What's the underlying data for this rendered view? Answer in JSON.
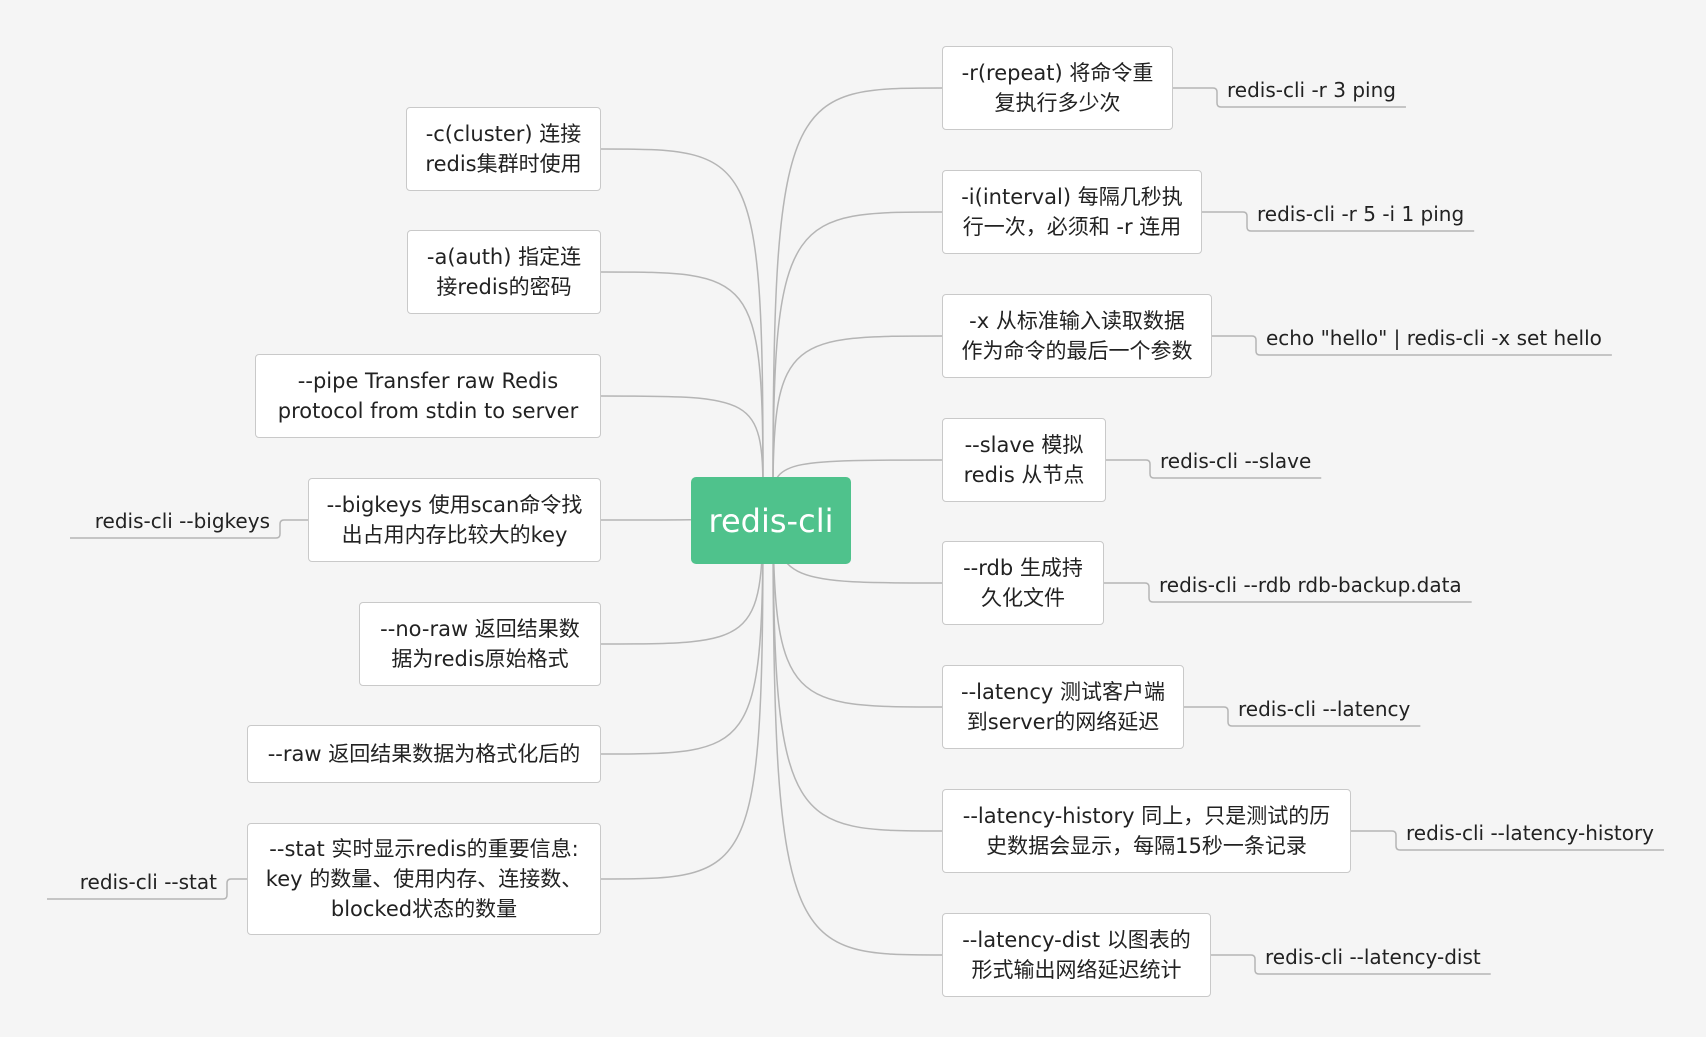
{
  "root": {
    "label": "redis-cli"
  },
  "left_branches": [
    {
      "label": "-c(cluster) 连接\nredis集群时使用",
      "example": ""
    },
    {
      "label": "-a(auth) 指定连\n接redis的密码",
      "example": ""
    },
    {
      "label": "--pipe Transfer raw Redis\nprotocol from stdin to server",
      "example": ""
    },
    {
      "label": "--bigkeys 使用scan命令找\n出占用内存比较大的key",
      "example": "redis-cli --bigkeys"
    },
    {
      "label": "--no-raw 返回结果数\n据为redis原始格式",
      "example": ""
    },
    {
      "label": "--raw 返回结果数据为格式化后的",
      "example": ""
    },
    {
      "label": "--stat 实时显示redis的重要信息:\nkey 的数量、使用内存、连接数、\nblocked状态的数量",
      "example": "redis-cli --stat"
    }
  ],
  "right_branches": [
    {
      "label": "-r(repeat) 将命令重\n复执行多少次",
      "example": "redis-cli -r 3 ping"
    },
    {
      "label": "-i(interval) 每隔几秒执\n行一次，必须和 -r 连用",
      "example": "redis-cli -r 5 -i 1 ping"
    },
    {
      "label": "-x 从标准输入读取数据\n作为命令的最后一个参数",
      "example": "echo \"hello\" | redis-cli -x set hello"
    },
    {
      "label": "--slave 模拟\nredis 从节点",
      "example": "redis-cli --slave"
    },
    {
      "label": "--rdb 生成持\n久化文件",
      "example": "redis-cli --rdb rdb-backup.data"
    },
    {
      "label": "--latency 测试客户端\n到server的网络延迟",
      "example": "redis-cli --latency"
    },
    {
      "label": "--latency-history 同上，只是测试的历\n史数据会显示，每隔15秒一条记录",
      "example": "redis-cli --latency-history"
    },
    {
      "label": "--latency-dist 以图表的\n形式输出网络延迟统计",
      "example": "redis-cli --latency-dist"
    }
  ],
  "colors": {
    "root": "#4fc28c",
    "line": "#b5b5b5",
    "background": "#f5f5f5"
  }
}
